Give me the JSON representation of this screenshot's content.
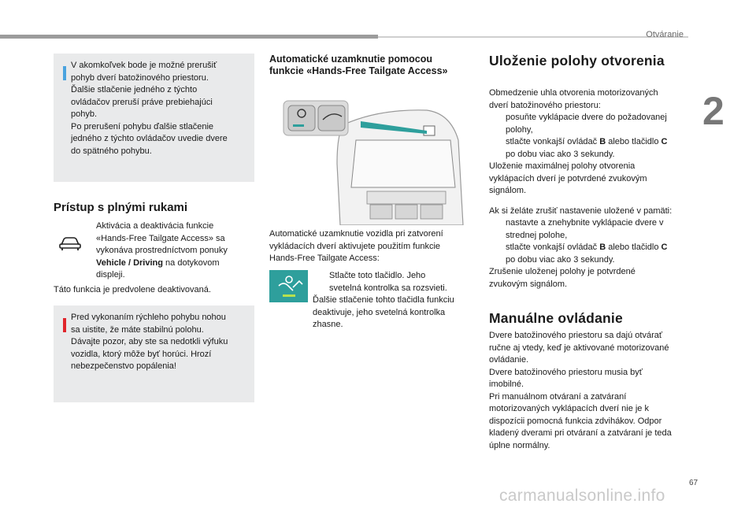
{
  "header": {
    "section": "Otváranie",
    "chapter": "2"
  },
  "footer": {
    "page_number": "67",
    "watermark": "carmanualsonline.info"
  },
  "col1": {
    "info_note": [
      "V akomkoľvek bode je možné prerušiť",
      "pohyb dverí batožinového priestoru.",
      "Ďalšie stlačenie jedného z týchto",
      "ovládačov preruší práve prebiehajúci",
      "pohyb.",
      "Po prerušení pohybu ďalšie stlačenie",
      "jedného z týchto ovládačov uvedie dvere",
      "do spätného pohybu."
    ],
    "heading": "Prístup s plnými rukami",
    "car_para": [
      "Aktivácia a deaktivácia funkcie",
      "«Hands-Free Tailgate Access» sa",
      "vykonáva prostredníctvom ponuky"
    ],
    "car_bold": "Vehicle / Driving",
    "car_tail1": " na dotykovom",
    "car_tail2": "displeji.",
    "default_off": "Táto funkcia je predvolene deaktivovaná.",
    "warn_note": [
      "Pred vykonaním rýchleho pohybu nohou",
      "sa uistite, že máte stabilnú polohu.",
      "Dávajte pozor, aby ste sa nedotkli výfuku",
      "vozidla, ktorý môže byť horúci. Hrozí",
      "nebezpečenstvo popálenia!"
    ]
  },
  "col2": {
    "heading_line1": "Automatické uzamknutie pomocou",
    "heading_line2": "funkcie «Hands-Free Tailgate Access»",
    "caption": [
      "Automatické uzamknutie vozidla pri zatvorení",
      "vykládacích dverí aktivujete použitím funkcie",
      "Hands-Free Tailgate Access:"
    ],
    "bullet_glyph": "",
    "bullet1": "Stlačte toto tlačidlo. Jeho",
    "bullet1_cont": "svetelná kontrolka sa rozsvieti.",
    "after": [
      "Ďalšie stlačenie tohto tlačidla funkciu",
      "deaktivuje, jeho svetelná kontrolka",
      "zhasne."
    ]
  },
  "col3": {
    "heading1": "Uloženie polohy otvorenia",
    "intro": [
      "Obmedzenie uhla otvorenia motorizovaných",
      "dverí batožinového priestoru:"
    ],
    "b1": [
      "posuňte vyklápacie dvere do požadovanej",
      "polohy,"
    ],
    "b2_pre": "stlačte vonkajší ovládač ",
    "b2_B": "B",
    "b2_mid": " alebo tlačidlo ",
    "b2_C": "C",
    "b2_cont": "po dobu viac ako 3 sekundy.",
    "save_conf": [
      "Uloženie maximálnej polohy otvorenia",
      "vyklápacích dverí je potvrdené zvukovým",
      "signálom."
    ],
    "cancel_intro": "Ak si želáte zrušiť nastavenie uložené v pamäti:",
    "b3": [
      "nastavte a znehybnite vyklápacie dvere v",
      "strednej polohe,"
    ],
    "b4_cont": "po dobu viac ako 3 sekundy.",
    "cancel_conf": [
      "Zrušenie uloženej polohy je potvrdené",
      "zvukovým signálom."
    ],
    "heading2": "Manuálne ovládanie",
    "manual": [
      "Dvere batožinového priestoru sa dajú otvárať",
      "ručne aj vtedy, keď je aktivované motorizované",
      "ovládanie.",
      "Dvere batožinového priestoru musia byť",
      "imobilné.",
      "Pri manuálnom otváraní a zatváraní",
      "motorizovaných vyklápacích dverí nie je k",
      "dispozícii pomocná funkcia zdvihákov. Odpor",
      "kladený dverami pri otváraní a zatváraní je teda",
      "úplne normálny."
    ]
  },
  "colors": {
    "info_mark": "#4aa3df",
    "warn_mark": "#e0252b",
    "accent_teal": "#2e9f9c",
    "box_bg": "#e9eaeb"
  }
}
